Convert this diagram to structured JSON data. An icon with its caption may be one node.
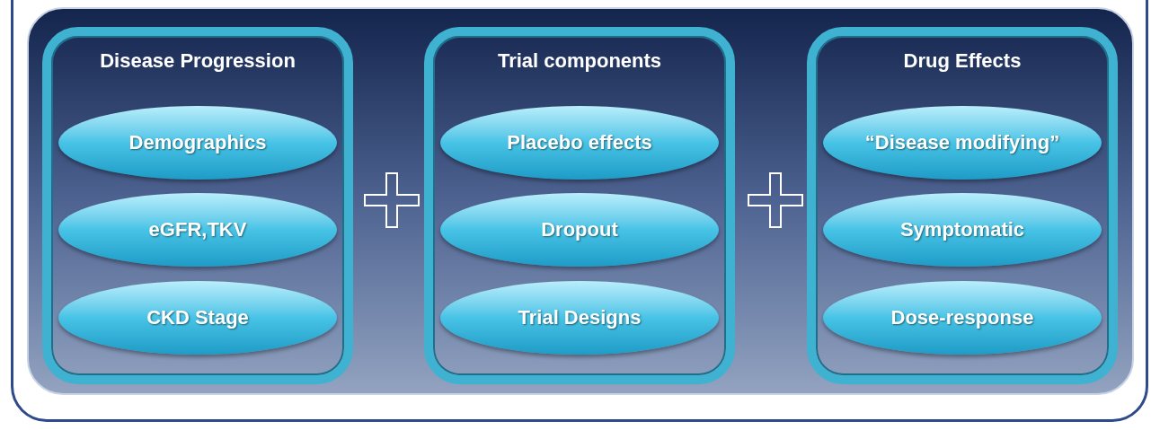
{
  "diagram": {
    "nodes": [
      {
        "text": [
          "Disease Progression"
        ]
      },
      {
        "text": [
          "Demographics"
        ],
        "in": 0
      },
      {
        "text": [
          "eGFR,TKV"
        ],
        "in": 0
      },
      {
        "text": [
          "CKD Stage"
        ],
        "in": 0
      },
      {
        "text": [
          "Trial components"
        ]
      },
      {
        "text": [
          "Placebo effects"
        ],
        "in": 4
      },
      {
        "text": [
          "Dropout"
        ],
        "in": 4
      },
      {
        "text": [
          "Trial Designs"
        ],
        "in": 4
      },
      {
        "text": [
          "Drug Effects"
        ]
      },
      {
        "text": [
          "“Disease modifying”"
        ],
        "in": 8
      },
      {
        "text": [
          "Symptomatic"
        ],
        "in": 8
      },
      {
        "text": [
          "Dose-response"
        ],
        "in": 8
      }
    ]
  }
}
